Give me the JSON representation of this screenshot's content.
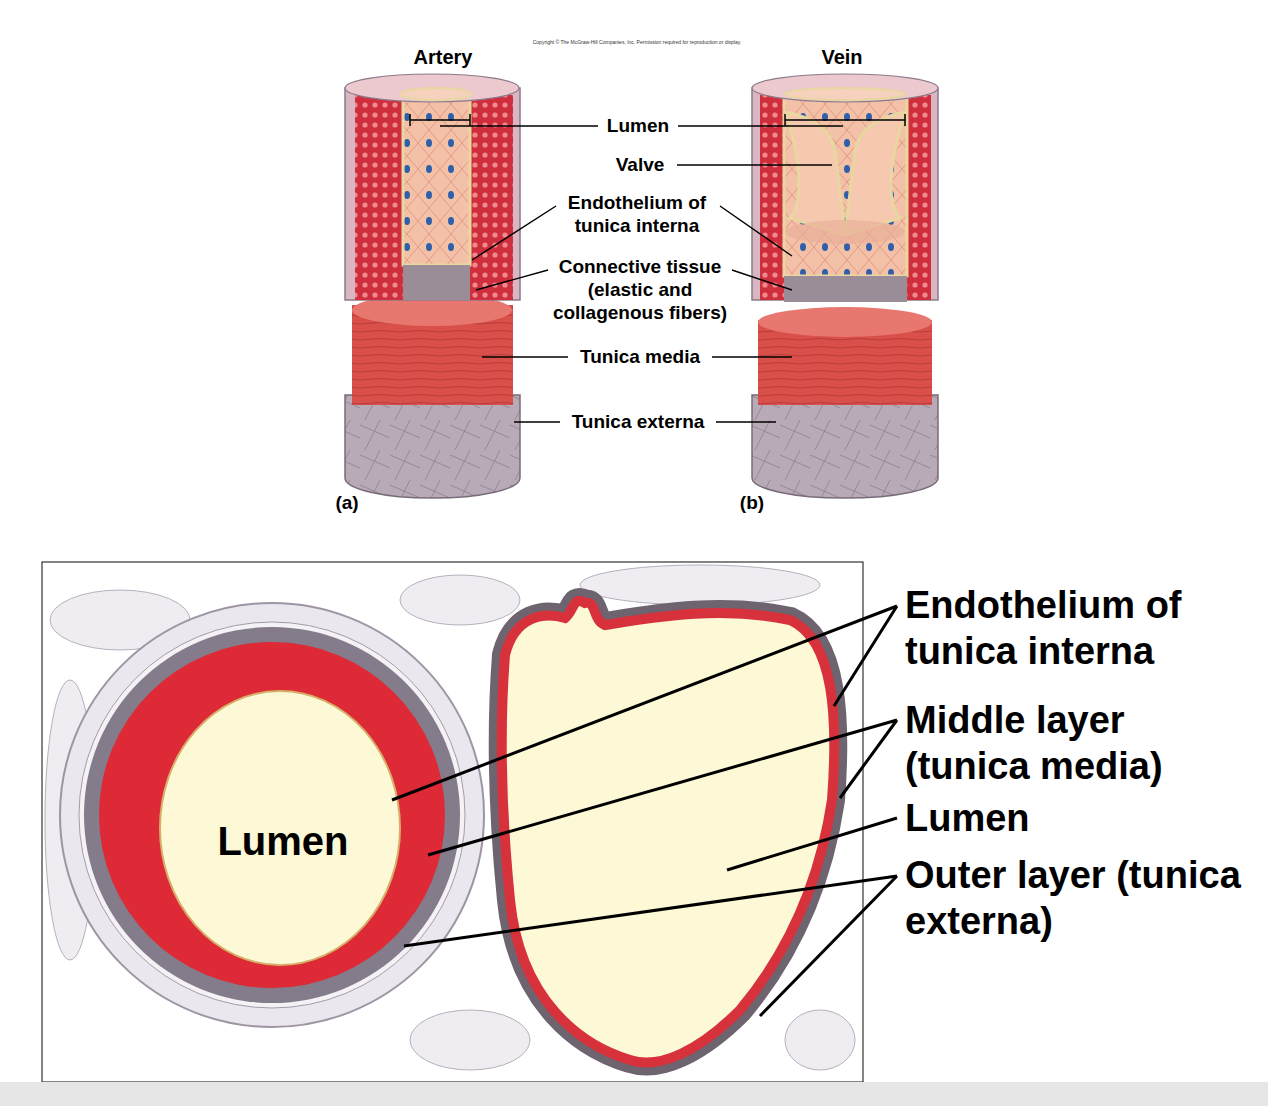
{
  "diagram": {
    "labels": [
      "Copyright © The McGraw-Hill Companies, Inc. Permission required for reproduction or display.",
      "Artery",
      "Vein",
      "Lumen",
      "Valve",
      "Endothelium of tunica interna",
      "Connective tissue (elastic and collagenous fibers)",
      "Tunica media",
      "Tunica externa",
      "(a)",
      "(b)",
      "Lumen",
      "Endothelium of tunica interna",
      "Middle layer (tunica media)",
      "Lumen",
      "Outer layer (tunica externa)"
    ]
  }
}
